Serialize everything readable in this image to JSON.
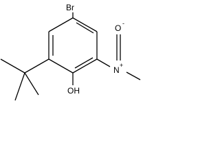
{
  "molecule": {
    "atoms": {
      "bromine": "Br",
      "nitro_nitrogen": "N",
      "nitro_nitrogen_charge": "+",
      "nitro_oxygen_top": "O",
      "nitro_oxygen_top_charge": "-",
      "hydroxyl": "OH"
    },
    "colors": {
      "bond": "#000000",
      "label": "#000000",
      "background": "#ffffff"
    }
  }
}
